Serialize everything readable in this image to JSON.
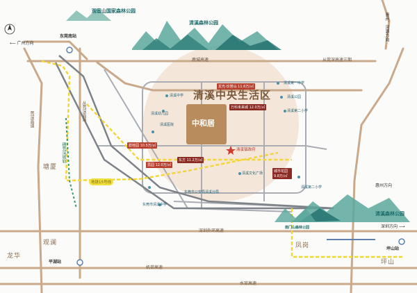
{
  "title": "清溪中央生活区",
  "brand": "中和居",
  "parks": {
    "guanyinshan": "观音山国家森林公园",
    "qingxi": "清溪森林公园",
    "qingxi_right": "清溪森林公园",
    "nanmenshan": "南门山森林公园"
  },
  "directions": {
    "guangzhou": "广州方向",
    "huizhou": "惠州方向",
    "shenzhen": "深圳方向",
    "huizhou_top": "惠州、河源方向"
  },
  "roads": {
    "lujiao": "鹿城高速",
    "congguan": "从莞深高速三期",
    "congguan_short": "从莞深高速",
    "shenwai": "深圳外环高速",
    "jichang": "机荷高速",
    "shuiguan": "水官高速",
    "dongguan": "东莞南站",
    "songshan_rail": "穗莞深城轨",
    "yingyang": "莞深高速"
  },
  "districts": {
    "tangxia": "塘厦",
    "guanlan": "观澜",
    "longhua": "龙华",
    "fenggang": "凤岗",
    "pingshan": "坪山"
  },
  "stations": {
    "dongguan_south": "东莞南站",
    "pinghu": "平湖站",
    "pingshan_station": "坪山站"
  },
  "metro": {
    "line15": "地铁15号线"
  },
  "tags": [
    "龙光·玖誉山 11.6万/㎡",
    "万科未来城 12.0万/㎡",
    "碧桂园 10.5万/㎡",
    "东方 11.2万/㎡",
    "荔园 12.0万/㎡",
    "城市花园 9.8万/㎡",
    "清溪镇政府"
  ],
  "pois": [
    "清溪中学",
    "清溪第一中学",
    "清溪第二小学",
    "清溪幼儿园",
    "清溪医院",
    "清溪文化广场",
    "清溪公园",
    "东莞市公安局清溪分局",
    "东莞市清溪中学",
    "清溪第二小学"
  ]
}
